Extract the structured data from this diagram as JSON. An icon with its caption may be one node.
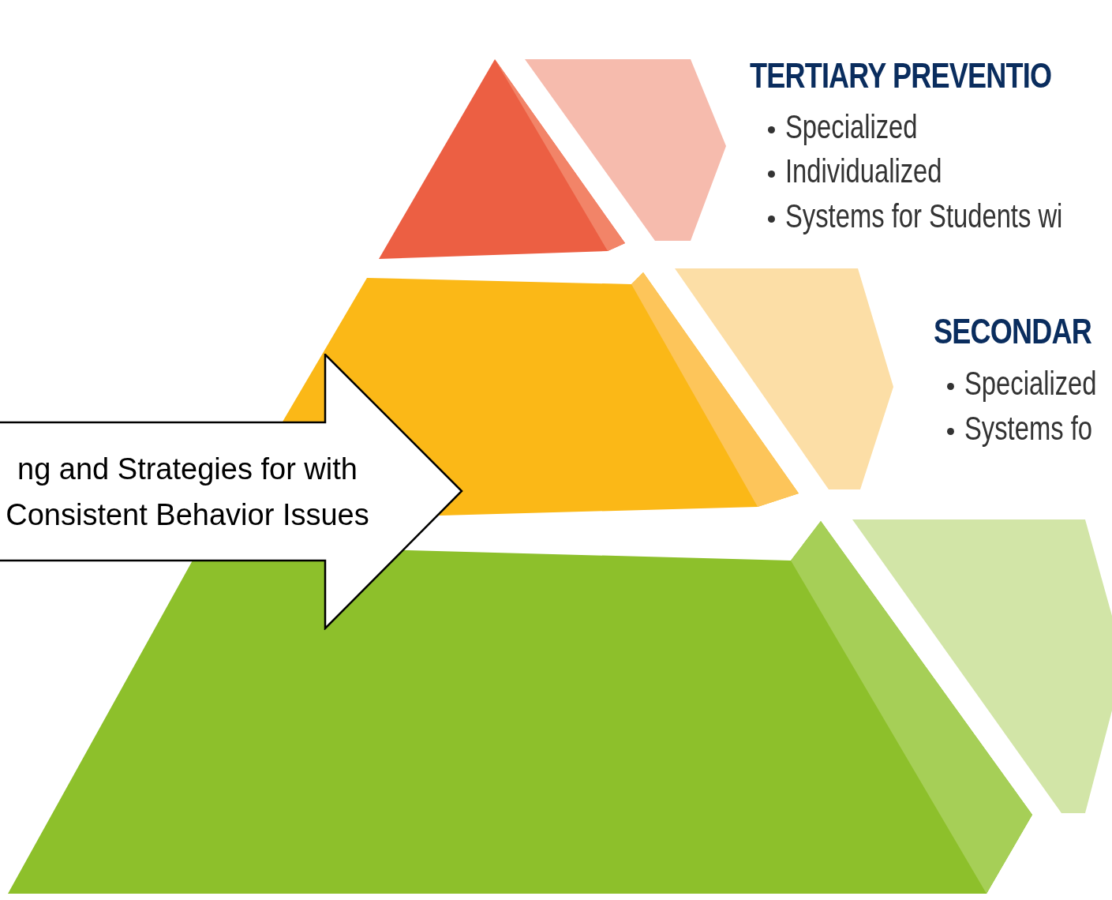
{
  "diagram": {
    "nodes": [
      {
        "text": [
          "ng and Strategies for with Consistent Behavior Issues"
        ]
      }
    ],
    "edges": [],
    "labels": [
      "TERTIARY PREVENTIO",
      "Specialized",
      "Individualized",
      "Systems for Students wi",
      "SECONDAR",
      "Specialized",
      "Systems fo"
    ]
  }
}
